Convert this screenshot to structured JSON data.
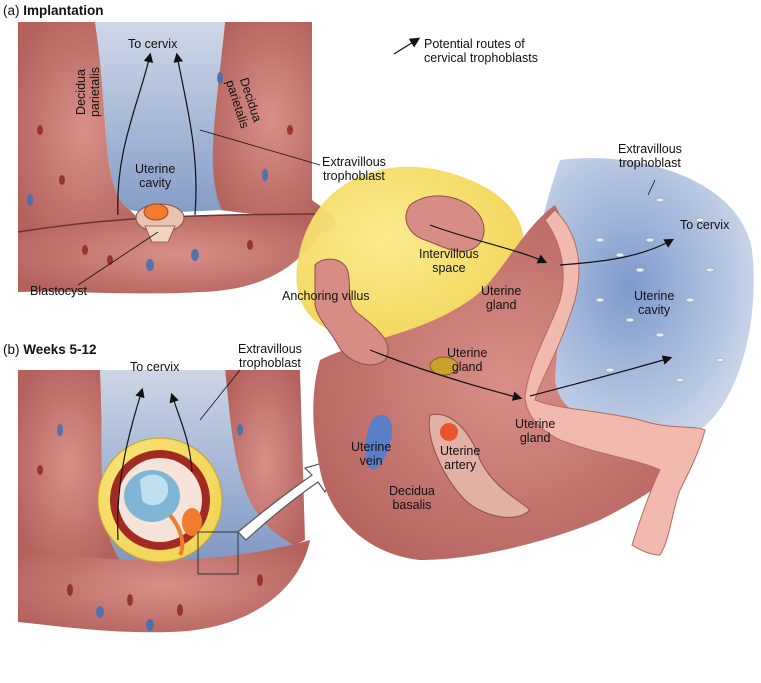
{
  "panel_a": {
    "letter": "(a)",
    "title": "Implantation",
    "labels": {
      "to_cervix": "To cervix",
      "decidua_parietalis_left": [
        "Decidua",
        "parietalis"
      ],
      "decidua_parietalis_right": [
        "Decidua",
        "parietalis"
      ],
      "uterine_cavity": [
        "Uterine",
        "cavity"
      ],
      "extravillous_trophoblast": [
        "Extravillous",
        "trophoblast"
      ],
      "blastocyst": "Blastocyst"
    }
  },
  "panel_b": {
    "letter": "(b)",
    "title": "Weeks 5-12",
    "labels": {
      "to_cervix": "To cervix",
      "extravillous_trophoblast": [
        "Extravillous",
        "trophoblast"
      ]
    }
  },
  "legend": {
    "text": [
      "Potential routes of",
      "cervical trophoblasts"
    ]
  },
  "detail": {
    "labels": {
      "extravillous_trophoblast": [
        "Extravillous",
        "trophoblast"
      ],
      "to_cervix": "To cervix",
      "intervillous_space": [
        "Intervillous",
        "space"
      ],
      "anchoring_villus": "Anchoring villus",
      "uterine_gland_top": [
        "Uterine",
        "gland"
      ],
      "uterine_gland_mid": [
        "Uterine",
        "gland"
      ],
      "uterine_gland_bottom": [
        "Uterine",
        "gland"
      ],
      "uterine_cavity": [
        "Uterine",
        "cavity"
      ],
      "uterine_vein": [
        "Uterine",
        "vein"
      ],
      "uterine_artery": [
        "Uterine",
        "artery"
      ],
      "decidua_basalis": [
        "Decidua",
        "basalis"
      ]
    }
  },
  "colors": {
    "tissue": "#c97b77",
    "tissue_dark": "#a85854",
    "cavity": "#8fa6cf",
    "intervillous": "#f3dd6a",
    "gland": "#f2b9ae",
    "trophoblast": "#d8e4f0"
  }
}
